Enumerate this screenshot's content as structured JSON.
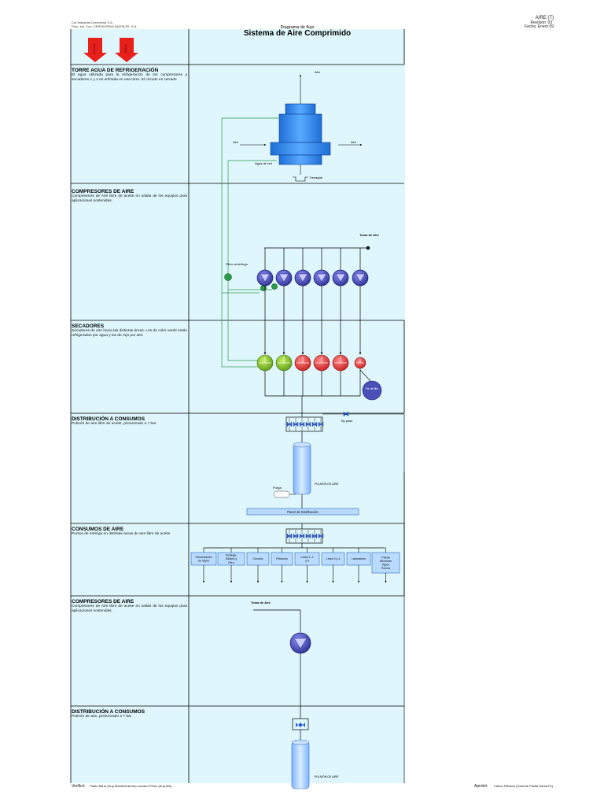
{
  "header": {
    "company_line1": "Cor Industrial Cerveceria S.A.",
    "company_line2": "Proc. Ind. Con. CERVECERIA SANTA FE, S.A.",
    "doc_code": "AIRE (T)",
    "revision": "Revisión: 03",
    "date": "Fecha: Enero 09",
    "subtitle": "Diagrama de flujo",
    "title": "Sistema de Aire Comprimido"
  },
  "arrows": {
    "left": "Entrada",
    "right": "Salida"
  },
  "sections": [
    {
      "title": "TORRE AGUA DE REFRIGERACIÓN",
      "desc": "El agua utilizada para la refrigeración de los compresores y secadores 1 y 2 es enfriada en una torre. El circuito es cerrado"
    },
    {
      "title": "COMPRESORES DE AIRE",
      "desc": "Compresores de Aire libre de aceite en salida de los equipos para aplicaciones sostenidas."
    },
    {
      "title": "SECADORES",
      "desc": "Secadores de aire hacia las distintas áreas. Los de color verde están refrigerados por agua y los de rojo por aire"
    },
    {
      "title": "DISTRIBUCIÓN A CONSUMOS",
      "desc": "Pulmón de aire libre de aceite, presurizado a 7 bar"
    },
    {
      "title": "CONSUMOS DE AIRE",
      "desc": "Puntos de entrega en distintas áreas de aire libre de aceite"
    },
    {
      "title": "COMPRESORES DE AIRE",
      "desc": "Compresores de Aire libre de aceite en salida de los equipos para aplicaciones sostenidas."
    },
    {
      "title": "DISTRIBUCIÓN A CONSUMOS",
      "desc": "Pulmón de aire, presurizado a 7 bar"
    }
  ],
  "diagram": {
    "tower_air_top": "Aire",
    "tower_air_left": "Aire",
    "tower_air_right": "Aire",
    "tower_water": "Agua de red",
    "tower_drain": "Desagüe",
    "toma_aire": "Toma de Aire",
    "filtro": "Filtro centrífugo",
    "pre_filtro": "Pre de filtro",
    "bypass": "By pass",
    "pulmon": "PULMÓN DE AIRE",
    "purga": "Purga",
    "panel": "Panel de Distribución",
    "consumers": [
      "Generadores de Vapor",
      "Bodega, Sótano y Fltro",
      "Cocción",
      "Filtración",
      "Línea 1, 2 y 5",
      "Línea 3 y 4",
      "Laboratorio",
      "Planta Efluentes Tapón Fuerza"
    ],
    "toma_aire_2": "Toma de Aire",
    "pulmon_2": "PULMÓN DE AIRE"
  },
  "footer": {
    "verifico_label": "Verificó:",
    "verifico_names": "Pablo Barra (Sup.Mantenimiento) Luciano Pérez (Sup.MA)",
    "aprobo_label": "Aprobó:",
    "aprobo_names": "Carlos Fabiano (Gerente Planta Santa Fe)"
  },
  "colors": {
    "background_panel": "#dff7fc",
    "tower_blue": "#3b8ff0",
    "compressor": "#4b4fb8",
    "dryer_green": "#8ccb2a",
    "dryer_red": "#ee3b3b",
    "water_line": "#2d9a4a",
    "arrow_red": "#e8201c"
  }
}
